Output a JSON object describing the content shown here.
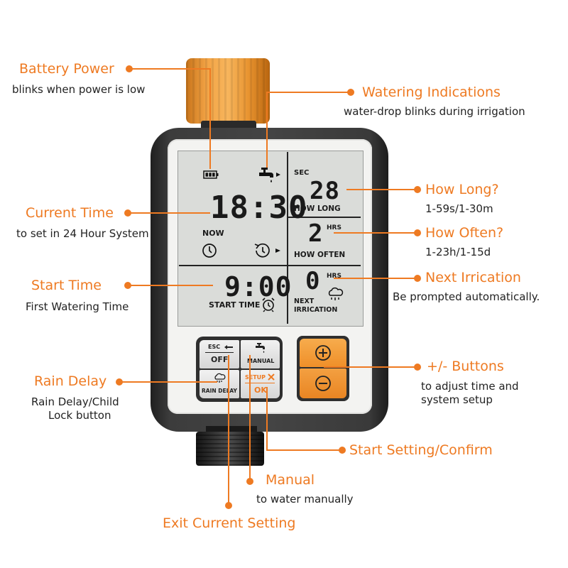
{
  "colors": {
    "accent": "#ee7a22",
    "body": "#3b3b3b",
    "lcd": "#d9dcd9",
    "button_orange": "#f39a34"
  },
  "callouts": {
    "battery": {
      "title": "Battery Power",
      "desc": "blinks when power is low"
    },
    "watering": {
      "title": "Watering Indications",
      "desc": "water-drop blinks during irrigation"
    },
    "how_long": {
      "title": "How Long?",
      "desc": "1-59s/1-30m"
    },
    "how_often": {
      "title": "How Often?",
      "desc": "1-23h/1-15d"
    },
    "next": {
      "title": "Next Irrication",
      "desc": "Be prompted automatically."
    },
    "plusminus": {
      "title": "+/- Buttons",
      "desc1": "to adjust time and",
      "desc2": "system setup"
    },
    "current_time": {
      "title": "Current Time",
      "desc": "to set in 24 Hour System"
    },
    "start_time": {
      "title": "Start Time",
      "desc": "First Watering Time"
    },
    "rain_delay": {
      "title": "Rain Delay",
      "desc1": "Rain Delay/Child",
      "desc2": "Lock button"
    },
    "start_setting": {
      "title": "Start Setting/Confirm"
    },
    "manual": {
      "title": "Manual",
      "desc": "to water manually"
    },
    "exit": {
      "title": "Exit Current Setting"
    }
  },
  "lcd": {
    "clock": "18:30",
    "now_label": "NOW",
    "start": "9:00",
    "start_label": "START TIME",
    "sec_label": "SEC",
    "how_long_value": "28",
    "how_long_label": "HOW LONG",
    "hrs_label": "HRS",
    "how_often_value": "2",
    "how_often_label": "HOW OFTEN",
    "next_value": "0",
    "next_label_1": "NEXT",
    "next_label_2": "IRRICATION"
  },
  "buttons": {
    "esc": "ESC",
    "off": "OFF",
    "manual": "MANUAL",
    "rain_delay": "RAIN DELAY",
    "setup": "SETUP",
    "ok": "OK",
    "plus": "+",
    "minus": "−"
  },
  "icons": [
    "battery-icon",
    "faucet-icon",
    "clock-icon",
    "cycle-clock-icon",
    "alarm-clock-icon",
    "rain-cloud-icon",
    "plus-icon",
    "minus-icon",
    "arrow-left-icon",
    "tool-icon"
  ]
}
